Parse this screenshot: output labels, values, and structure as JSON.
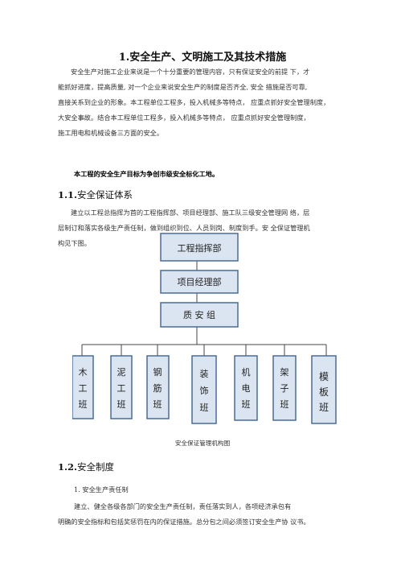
{
  "title": "1.安全生产、文明施工及其技术措施",
  "intro_lines": [
    "安全生产对施工企业来说是一个十分重要的管理内容，只有保证安全的前提 下，才",
    "能抓好进度，提高质量, 对一个企业来说安全生产的制度是否齐全, 安全 措施是否可靠,",
    "直接关系到企业的形象。本工程单位工程多，投入机械多等特点，   应重点抓好安全管理制度，",
    "大安全事故。结合本工程单位工程多，投入机械多等特点，    应重点抓好安全管理制度，",
    "施工用电和机械设备三方面的安全。"
  ],
  "goal": "本工程的安全生产目标为争创市级安全标化工地。",
  "section_1_1": {
    "num": "1.1.",
    "text": "安全保证体系"
  },
  "section_1_1_lines": [
    "建立以工程总指挥为首的工程指挥部、项目经理部、施工队三级安全管理网 络，层",
    "层制订和落实各级生产责任制，做到组织到位、人员到岗、制度到手。安 全保证管理机",
    "构见下图。"
  ],
  "org_chart": {
    "top": "工程指挥部",
    "middle": "项目经理部",
    "third": "质 安 组",
    "teams": [
      [
        "木",
        "工",
        "班"
      ],
      [
        "泥",
        "工",
        "班"
      ],
      [
        "钢",
        "筋",
        "班"
      ],
      [
        "装",
        "饰",
        "班"
      ],
      [
        "机",
        "电",
        "班"
      ],
      [
        "架",
        "子",
        "班"
      ],
      [
        "模",
        "板",
        "班"
      ]
    ],
    "box_fill": "#dbe5f1",
    "box_border": "#4a6b96"
  },
  "caption": "安全保证管理机构图",
  "section_1_2": {
    "num": "1.2.",
    "text": "安全制度"
  },
  "item_1": "1.  安全生产责任制",
  "section_1_2_lines": [
    "建立、健全各级各部门的安全生产责任制，责任落实到人，各项经济承包有",
    "明确的安全指标和包括奖惩罚在内的保证措施。总分包之间必须签订安全生产协  议书。"
  ]
}
